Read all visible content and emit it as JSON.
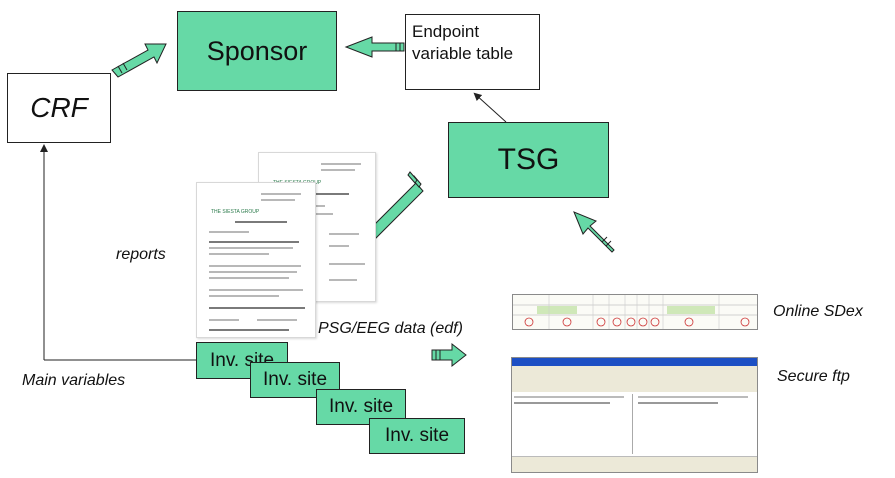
{
  "nodes": {
    "sponsor": "Sponsor",
    "crf": "CRF",
    "endpoint_table": "Endpoint variable table",
    "tsg": "TSG",
    "inv_site": "Inv. site"
  },
  "labels": {
    "reports": "reports",
    "psg_eeg": "PSG/EEG data (edf)",
    "online_sdex": "Online SDex",
    "secure_ftp": "Secure ftp",
    "main_variables": "Main variables"
  },
  "colors": {
    "node_green": "#66d9a6",
    "arrow_green": "#66d9a6",
    "outline": "#222222"
  }
}
